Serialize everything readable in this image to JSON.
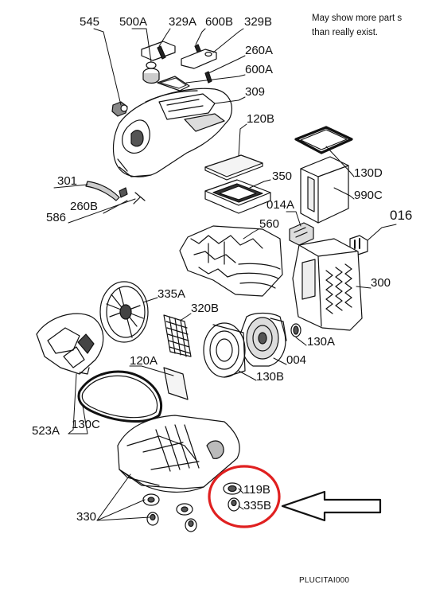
{
  "note": {
    "line1": "May show more part s",
    "line2": "than really exist."
  },
  "footer": "PLUCITAI000",
  "labels": {
    "p545": "545",
    "p500A": "500A",
    "p329A": "329A",
    "p600B": "600B",
    "p329B": "329B",
    "p260A": "260A",
    "p600A": "600A",
    "p309": "309",
    "p120B": "120B",
    "p130D": "130D",
    "p990C": "990C",
    "p016": "016",
    "p301": "301",
    "p350": "350",
    "p014A": "014A",
    "p260B": "260B",
    "p586": "586",
    "p560": "560",
    "p300": "300",
    "p335A": "335A",
    "p320B": "320B",
    "p130A": "130A",
    "p004": "004",
    "p120A": "120A",
    "p130B": "130B",
    "p523A": "523A",
    "p130C": "130C",
    "p119B": "119B",
    "p335B": "335B",
    "p330": "330"
  },
  "colors": {
    "highlight_circle": "#e02020",
    "line": "#111111"
  }
}
